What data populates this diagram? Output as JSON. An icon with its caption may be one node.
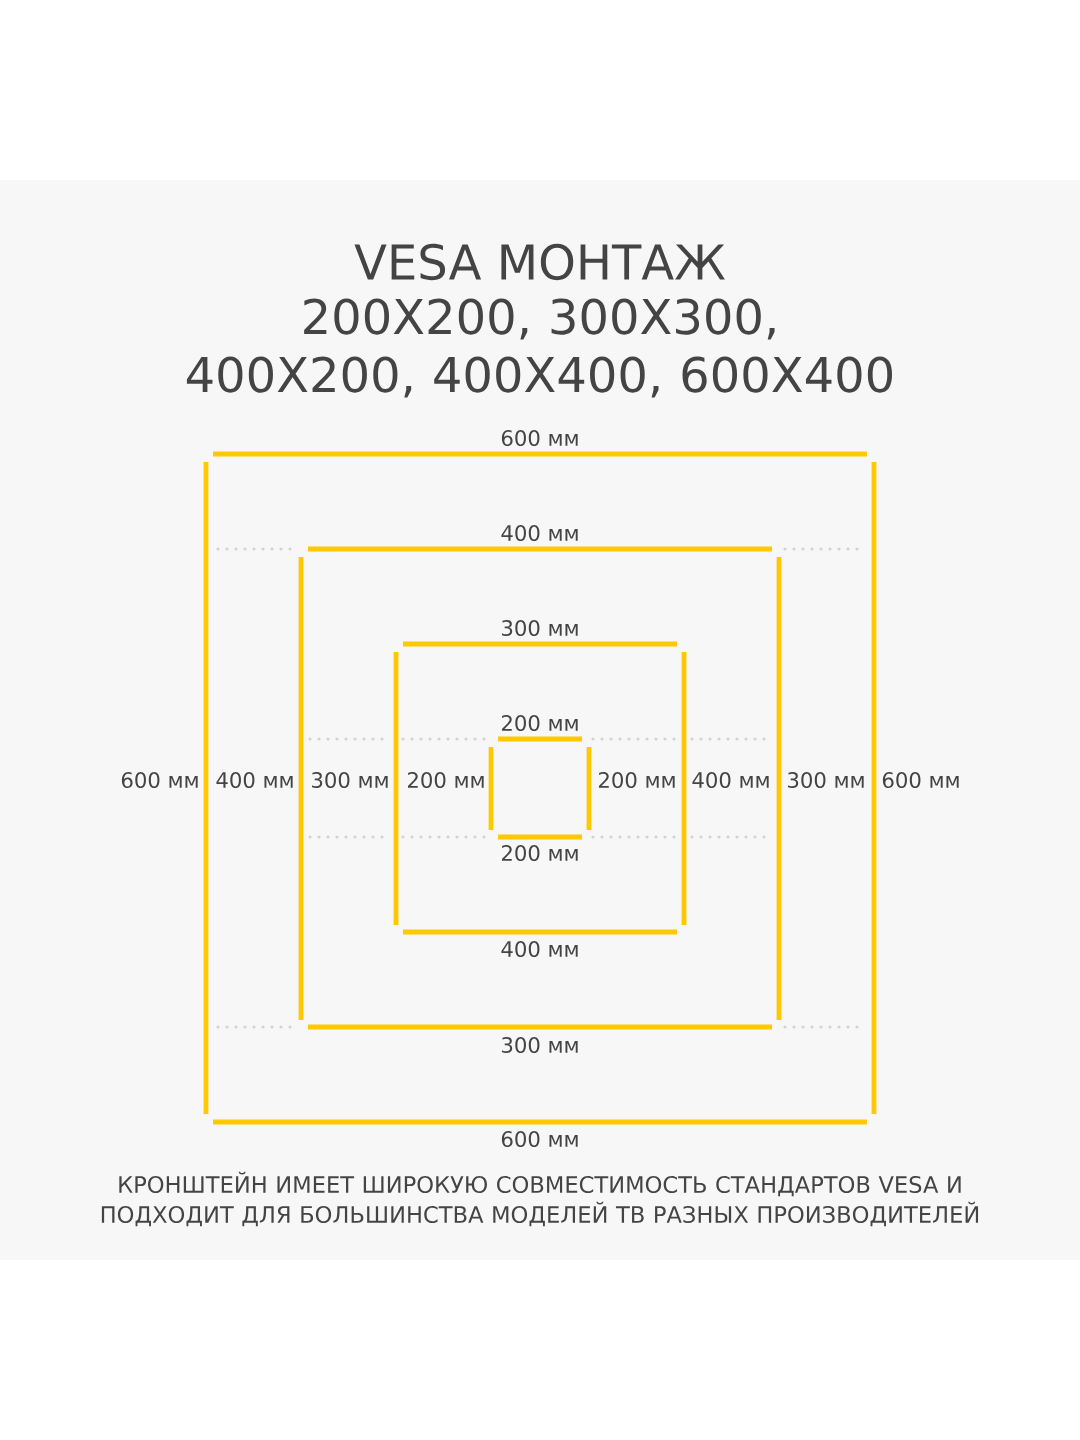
{
  "diagram": {
    "title": "VESA МОНТАЖ",
    "caption": "КРОНШТЕЙН ИМЕЕТ ШИРОКУЮ СОВМЕСТИМОСТЬ СТАНДАРТОВ VESA И ПОДХОДИТ ДЛЯ БОЛЬШИНСТВА МОДЕЛЕЙ ТВ РАЗНЫХ ПРОИЗВОДИТЕЛЕЙ",
    "labels": [
      "200X200, 300X300, 400X200, 400X400, 600X400",
      "600 мм",
      "400 мм",
      "300 мм",
      "200 мм",
      "600 мм",
      "400 мм",
      "300 мм",
      "200 мм",
      "200 мм",
      "400 мм",
      "300 мм",
      "600 мм",
      "200 мм",
      "400 мм",
      "300 мм",
      "600 мм"
    ]
  }
}
